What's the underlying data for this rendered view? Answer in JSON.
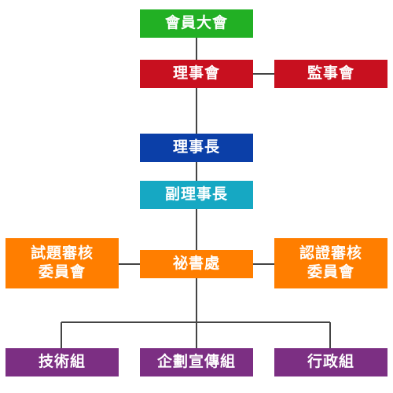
{
  "diagram": {
    "nodes": {
      "assembly": {
        "label": "會員大會",
        "color": "#22b024"
      },
      "board": {
        "label": "理事會",
        "color": "#c8101f"
      },
      "supervisors": {
        "label": "監事會",
        "color": "#c8101f"
      },
      "chairman": {
        "label": "理事長",
        "color": "#0b3fa8"
      },
      "vice_chairman": {
        "label": "副理事長",
        "color": "#16a8c3"
      },
      "secretariat": {
        "label": "祕書處",
        "color": "#ff7e00"
      },
      "exam_committee": {
        "label": "試題審核\n委員會",
        "color": "#ff7e00"
      },
      "cert_committee": {
        "label": "認證審核\n委員會",
        "color": "#ff7e00"
      },
      "tech_group": {
        "label": "技術組",
        "color": "#7c2f83"
      },
      "promo_group": {
        "label": "企劃宣傳組",
        "color": "#7c2f83"
      },
      "admin_group": {
        "label": "行政組",
        "color": "#7c2f83"
      }
    },
    "edges": [
      [
        "assembly",
        "board"
      ],
      [
        "board",
        "supervisors"
      ],
      [
        "board",
        "chairman"
      ],
      [
        "chairman",
        "vice_chairman"
      ],
      [
        "vice_chairman",
        "secretariat"
      ],
      [
        "secretariat",
        "exam_committee"
      ],
      [
        "secretariat",
        "cert_committee"
      ],
      [
        "secretariat",
        "tech_group"
      ],
      [
        "secretariat",
        "promo_group"
      ],
      [
        "secretariat",
        "admin_group"
      ]
    ],
    "line_color": "#444444"
  }
}
